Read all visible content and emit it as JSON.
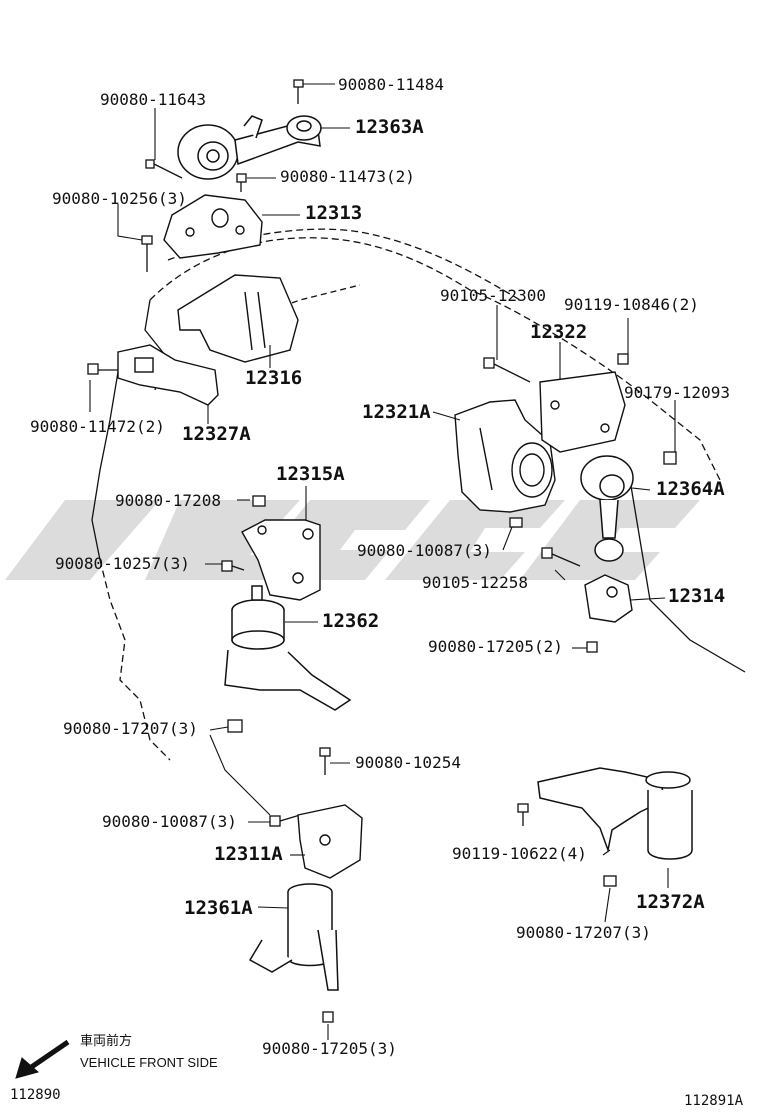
{
  "colors": {
    "line": "#111111",
    "watermark": "#d4d4d4",
    "background": "#ffffff"
  },
  "labels": {
    "p90080_11484": "90080-11484",
    "p90080_11643": "90080-11643",
    "p12363A": "12363A",
    "p90080_11473": "90080-11473(2)",
    "p90080_10256": "90080-10256(3)",
    "p12313": "12313",
    "p90105_12300": "90105-12300",
    "p90119_10846": "90119-10846(2)",
    "p12322": "12322",
    "p12316": "12316",
    "p90179_12093": "90179-12093",
    "p90080_11472": "90080-11472(2)",
    "p12327A": "12327A",
    "p12321A": "12321A",
    "p12315A": "12315A",
    "p90080_17208": "90080-17208",
    "p12364A": "12364A",
    "p90080_10257": "90080-10257(3)",
    "p90080_10087a": "90080-10087(3)",
    "p90105_12258": "90105-12258",
    "p12314": "12314",
    "p12362": "12362",
    "p90080_17205a": "90080-17205(2)",
    "p90080_17207a": "90080-17207(3)",
    "p90080_10254": "90080-10254",
    "p90080_10087b": "90080-10087(3)",
    "p12311A": "12311A",
    "p90119_10622": "90119-10622(4)",
    "p12361A": "12361A",
    "p12372A": "12372A",
    "p90080_17207b": "90080-17207(3)",
    "p90080_17205b": "90080-17205(3)"
  },
  "front_side": {
    "jp": "車両前方",
    "en": "VEHICLE FRONT SIDE",
    "icon": "arrow-down-left-icon"
  },
  "figure_numbers": {
    "left": "112890",
    "right": "112891A"
  }
}
